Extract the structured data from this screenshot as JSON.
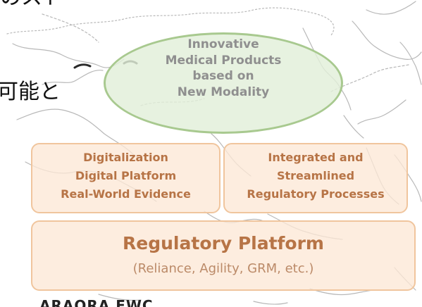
{
  "japanese": {
    "top_fragment": "のスト",
    "middle_fragment": "可能と"
  },
  "diagram": {
    "ellipse": {
      "lines": [
        "Innovative",
        "Medical Products",
        "based on",
        "New Modality"
      ]
    },
    "left_box": {
      "lines": [
        "Digitalization",
        "Digital Platform",
        "Real-World Evidence"
      ]
    },
    "right_box": {
      "lines": [
        "Integrated and",
        "Streamlined",
        "Regulatory Processes"
      ]
    },
    "platform": {
      "title": "Regulatory Platform",
      "subtitle": "(Reliance, Agility, GRM, etc.)"
    }
  },
  "bottom_fragment": "ARAORA EWC",
  "colors": {
    "ellipse_fill": "#e2efd9",
    "ellipse_border": "#a8c98f",
    "box_fill": "#fce8d6",
    "box_border": "#f0c59d",
    "box_text": "#b77446",
    "ellipse_text": "#8f8f8f"
  }
}
